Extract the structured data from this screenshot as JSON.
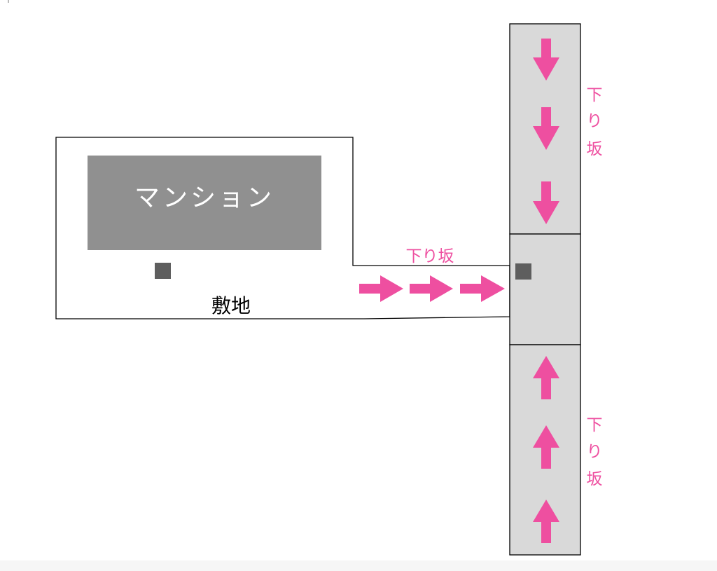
{
  "labels": {
    "building": "マンション",
    "site": "敷地",
    "slope_driveway": "下り坂",
    "slope_road_upper": [
      "下",
      "り",
      "坂"
    ],
    "slope_road_lower": [
      "下",
      "り",
      "坂"
    ]
  },
  "colors": {
    "arrow": "#ee4fa0",
    "road": "#d9d9d9",
    "building": "#909090",
    "marker": "#5e5e5e"
  },
  "arrows": {
    "upper_road": "down",
    "driveway": "right",
    "lower_road": "up"
  }
}
